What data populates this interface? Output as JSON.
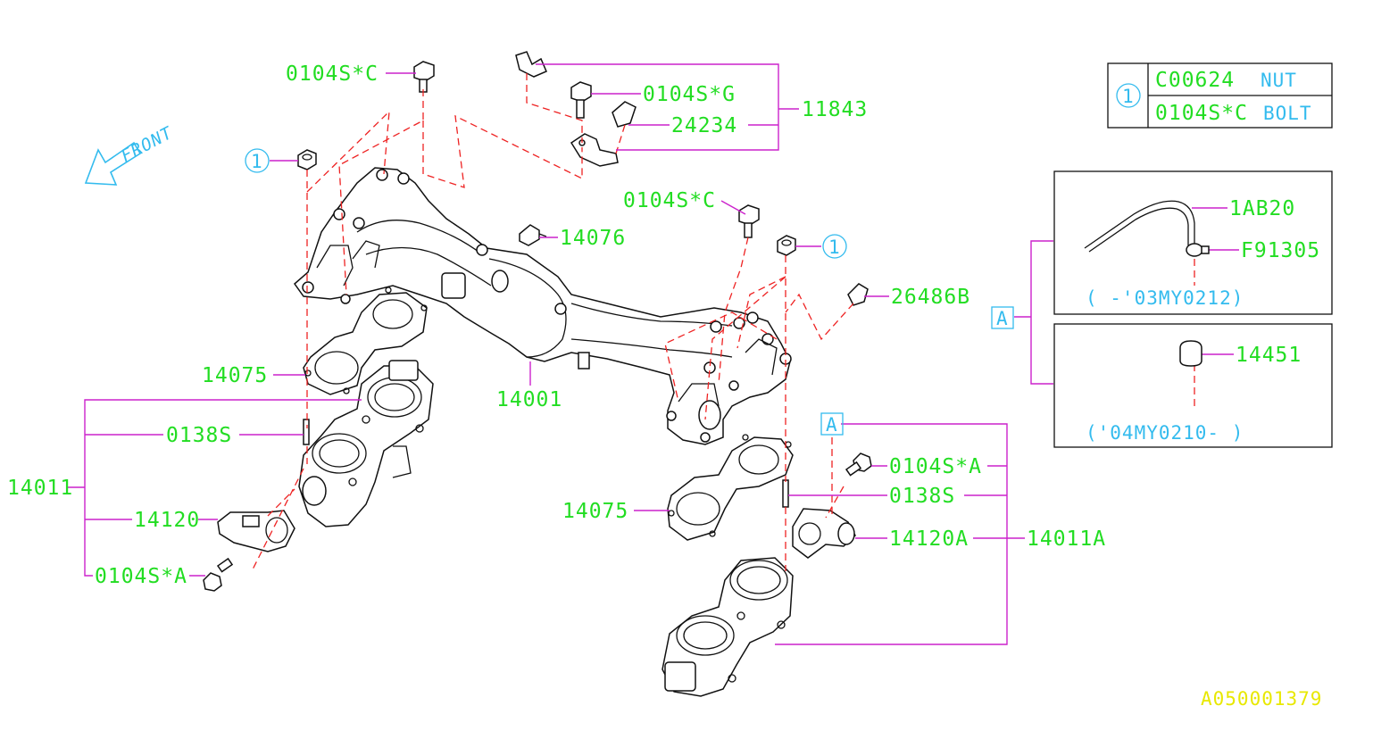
{
  "front_label": "FRONT",
  "callout_symbol": "1",
  "section_symbol": "A",
  "legend": {
    "row1_part": "C00624",
    "row1_desc": "NUT",
    "row2_part": "0104S*C",
    "row2_desc": "BOLT"
  },
  "labels": {
    "bolt_c_top": "0104S*C",
    "bolt_g": "0104S*G",
    "bracket_clip": "24234",
    "bracket_assy": "11843",
    "bolt_c_mid": "0104S*C",
    "sensor": "14076",
    "plug": "26486B",
    "gasket_left": "14075",
    "manifold": "14001",
    "stud_left": "0138S",
    "throttle_left": "14011",
    "actuator_left": "14120",
    "bolt_a_left": "0104S*A",
    "gasket_right": "14075",
    "bolt_a_right": "0104S*A",
    "stud_right": "0138S",
    "actuator_right": "14120A",
    "throttle_right": "14011A",
    "hose": "1AB20",
    "clamp": "F91305",
    "range_top": "(        -'03MY0212)",
    "cap": "14451",
    "range_bottom": "('04MY0210-      )"
  },
  "diagram_id": "A050001379"
}
